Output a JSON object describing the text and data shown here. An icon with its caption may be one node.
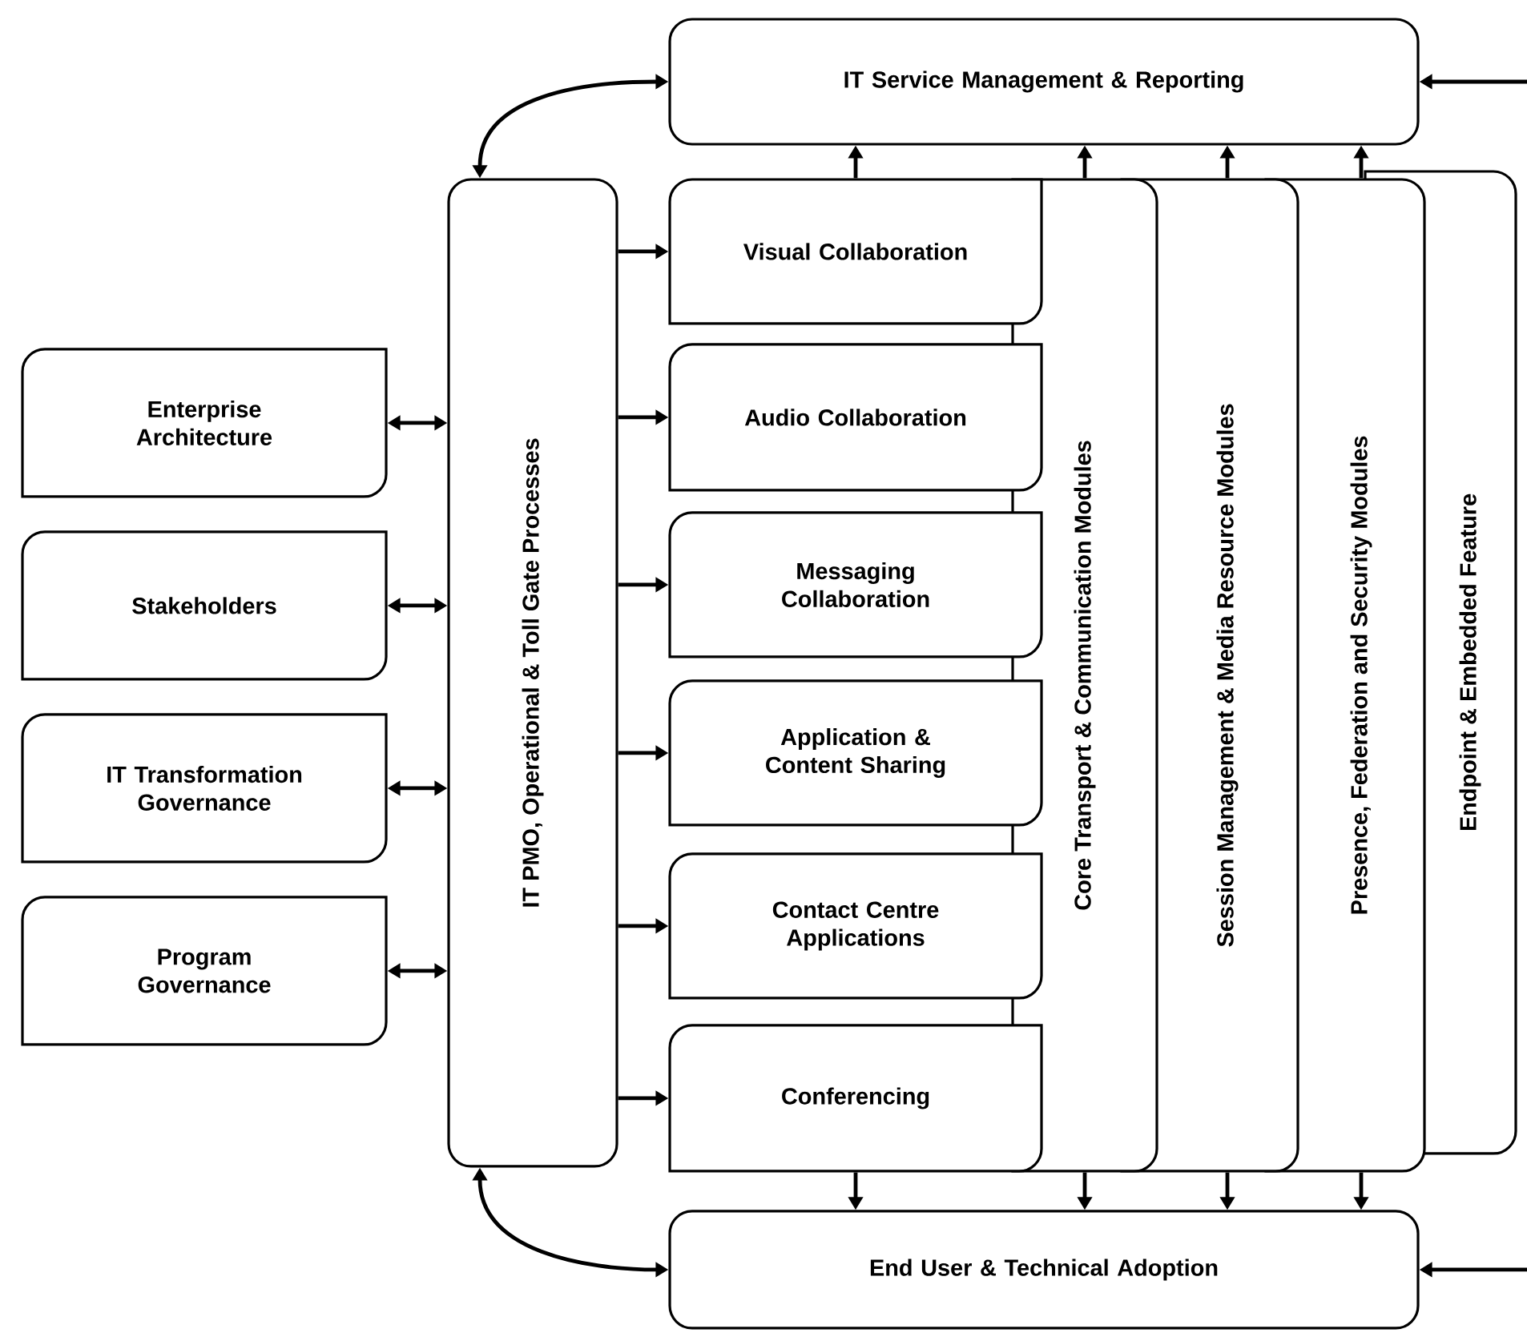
{
  "diagram": {
    "nodes": [
      {
        "text": [
          "IT Service Management & Reporting"
        ]
      },
      {
        "text": [
          "IT PMO, Operational  & Toll Gate Processes"
        ]
      },
      {
        "text": [
          "Enterprise Architecture"
        ]
      },
      {
        "text": [
          "Stakeholders"
        ]
      },
      {
        "text": [
          "IT Transformation Governance"
        ]
      },
      {
        "text": [
          "Program Governance"
        ]
      },
      {
        "text": [
          "Visual Collaboration"
        ]
      },
      {
        "text": [
          "Audio Collaboration"
        ]
      },
      {
        "text": [
          "Messaging Collaboration"
        ]
      },
      {
        "text": [
          "Application & Content Sharing"
        ]
      },
      {
        "text": [
          "Contact Centre Applications"
        ]
      },
      {
        "text": [
          "Conferencing"
        ]
      },
      {
        "text": [
          "Core Transport & Communication Modules"
        ]
      },
      {
        "text": [
          "Session Management & Media Resource Modules"
        ]
      },
      {
        "text": [
          "Presence, Federation and Security Modules"
        ]
      },
      {
        "text": [
          "Endpoint & Embedded Feature"
        ]
      },
      {
        "text": [
          "End User & Technical Adoption"
        ]
      }
    ],
    "edges": [
      {
        "from": 1,
        "to": 0,
        "arrow": "both"
      },
      {
        "from": 1,
        "to": 16,
        "arrow": "both"
      },
      {
        "from": null,
        "to": 0,
        "arrow": "to"
      },
      {
        "from": null,
        "to": 16,
        "arrow": "to"
      },
      {
        "from": 2,
        "to": 1,
        "arrow": "both"
      },
      {
        "from": 3,
        "to": 1,
        "arrow": "both"
      },
      {
        "from": 4,
        "to": 1,
        "arrow": "both"
      },
      {
        "from": 5,
        "to": 1,
        "arrow": "both"
      },
      {
        "from": 1,
        "to": 6,
        "arrow": "to"
      },
      {
        "from": 1,
        "to": 7,
        "arrow": "to"
      },
      {
        "from": 1,
        "to": 8,
        "arrow": "to"
      },
      {
        "from": 1,
        "to": 9,
        "arrow": "to"
      },
      {
        "from": 1,
        "to": 10,
        "arrow": "to"
      },
      {
        "from": 1,
        "to": 11,
        "arrow": "to"
      },
      {
        "from": 6,
        "to": 0,
        "arrow": "to"
      },
      {
        "from": 12,
        "to": 0,
        "arrow": "to"
      },
      {
        "from": 13,
        "to": 0,
        "arrow": "to"
      },
      {
        "from": 14,
        "to": 0,
        "arrow": "to"
      },
      {
        "from": 11,
        "to": 16,
        "arrow": "to"
      },
      {
        "from": 12,
        "to": 16,
        "arrow": "to"
      },
      {
        "from": 13,
        "to": 16,
        "arrow": "to"
      },
      {
        "from": 14,
        "to": 16,
        "arrow": "to"
      }
    ]
  }
}
